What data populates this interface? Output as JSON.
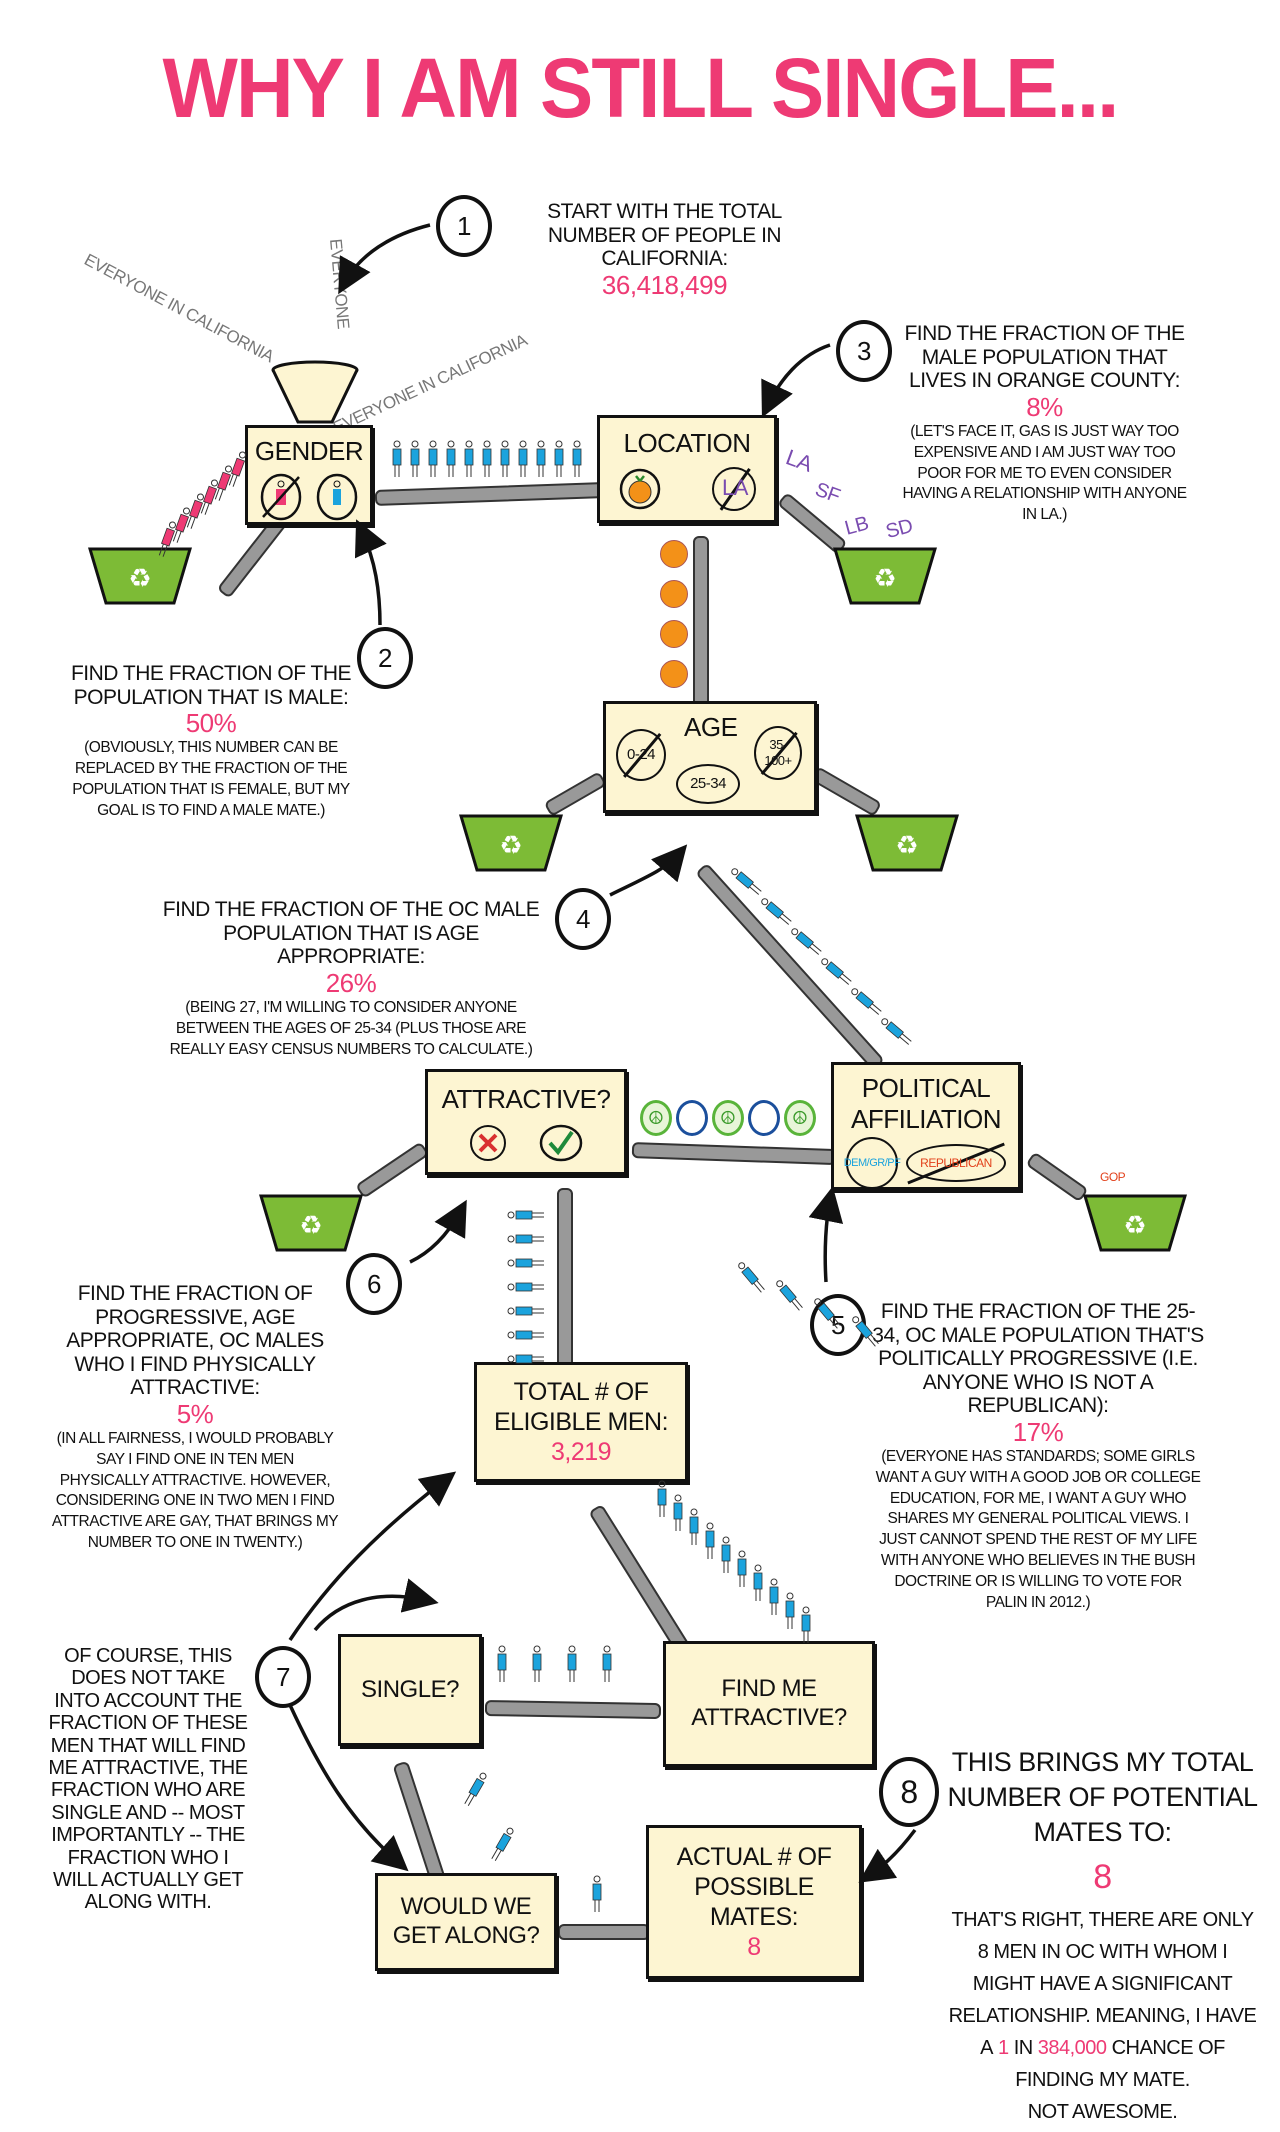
{
  "title": "WHY I AM STILL SINGLE...",
  "colors": {
    "accent": "#ee3a74",
    "box": "#fdf5d2",
    "bin": "#7dbb36",
    "male": "#1ba3dd",
    "female": "#ee3a74",
    "conveyor": "#999999"
  },
  "scraps": {
    "everyone_ca_1": "EVERYONE IN CALIFORNIA",
    "everyone": "EVERYONE",
    "everyone_ca_2": "EVERYONE IN CALIFORNIA",
    "cities": [
      "LA",
      "SF",
      "LB",
      "SD"
    ],
    "gop": "GOP"
  },
  "steps": [
    {
      "num": "1",
      "heading": "START WITH THE TOTAL NUMBER OF PEOPLE IN CALIFORNIA:",
      "value": "36,418,499",
      "note": ""
    },
    {
      "num": "2",
      "heading": "FIND THE FRACTION OF THE POPULATION THAT IS MALE:",
      "value": "50%",
      "note": "(OBVIOUSLY, THIS NUMBER CAN BE REPLACED BY THE FRACTION OF THE POPULATION THAT IS FEMALE, BUT MY GOAL IS TO FIND A MALE MATE.)"
    },
    {
      "num": "3",
      "heading": "FIND THE FRACTION OF THE MALE POPULATION THAT LIVES IN ORANGE COUNTY:",
      "value": "8%",
      "note": "(LET'S FACE IT, GAS IS JUST WAY TOO EXPENSIVE AND I AM JUST WAY TOO POOR FOR ME TO EVEN CONSIDER HAVING A RELATIONSHIP WITH ANYONE IN LA.)"
    },
    {
      "num": "4",
      "heading": "FIND THE FRACTION OF THE OC MALE POPULATION THAT IS AGE APPROPRIATE:",
      "value": "26%",
      "note": "(BEING 27, I'M WILLING TO CONSIDER ANYONE BETWEEN THE AGES OF 25-34 (PLUS THOSE ARE REALLY EASY CENSUS NUMBERS TO CALCULATE.)"
    },
    {
      "num": "5",
      "heading": "FIND THE FRACTION OF THE 25-34, OC MALE POPULATION THAT'S POLITICALLY PROGRESSIVE (I.E. ANYONE WHO IS NOT A REPUBLICAN):",
      "value": "17%",
      "note": "(EVERYONE HAS STANDARDS; SOME GIRLS WANT A GUY WITH A GOOD JOB OR COLLEGE EDUCATION, FOR ME, I WANT A GUY WHO SHARES MY GENERAL POLITICAL VIEWS. I JUST CANNOT SPEND THE REST OF MY LIFE WITH ANYONE WHO BELIEVES IN THE BUSH DOCTRINE OR IS WILLING TO VOTE FOR PALIN IN 2012.)"
    },
    {
      "num": "6",
      "heading": "FIND THE FRACTION OF PROGRESSIVE, AGE APPROPRIATE, OC MALES WHO I FIND PHYSICALLY ATTRACTIVE:",
      "value": "5%",
      "note": "(IN ALL FAIRNESS, I WOULD PROBABLY SAY I FIND ONE IN TEN MEN PHYSICALLY ATTRACTIVE. HOWEVER, CONSIDERING ONE IN TWO MEN I FIND ATTRACTIVE ARE GAY, THAT BRINGS MY NUMBER TO ONE IN TWENTY.)"
    },
    {
      "num": "7",
      "heading": "OF COURSE, THIS DOES NOT TAKE INTO ACCOUNT THE FRACTION OF THESE MEN THAT WILL FIND ME ATTRACTIVE, THE FRACTION WHO ARE SINGLE AND -- MOST IMPORTANTLY -- THE FRACTION WHO I WILL ACTUALLY GET ALONG WITH.",
      "value": "",
      "note": ""
    },
    {
      "num": "8",
      "heading": "THIS BRINGS MY TOTAL NUMBER OF POTENTIAL MATES TO:",
      "value": "8",
      "note": "THAT'S RIGHT, THERE ARE ONLY 8 MEN IN OC WITH WHOM I MIGHT HAVE A SIGNIFICANT RELATIONSHIP. MEANING, I HAVE A",
      "odds_num": "1",
      "odds_in": "IN",
      "odds_den": "384,000",
      "closing": "CHANCE OF FINDING MY MATE.",
      "final": "NOT AWESOME."
    }
  ],
  "boxes": {
    "gender": "GENDER",
    "location": {
      "label": "LOCATION",
      "excluded": "LA"
    },
    "age": {
      "label": "AGE",
      "options": [
        "0-24",
        "25-34",
        "35-100+"
      ]
    },
    "political": {
      "label": "POLITICAL AFFILIATION",
      "accepted": "DEM/GR/PF",
      "rejected": "REPUBLICAN"
    },
    "attractive": "ATTRACTIVE?",
    "total": {
      "label": "TOTAL # OF ELIGIBLE MEN:",
      "value": "3,219"
    },
    "single": "SINGLE?",
    "find_me": "FIND ME ATTRACTIVE?",
    "get_along": "WOULD WE GET ALONG?",
    "actual": {
      "label": "ACTUAL # OF POSSIBLE MATES:",
      "value": "8"
    }
  }
}
